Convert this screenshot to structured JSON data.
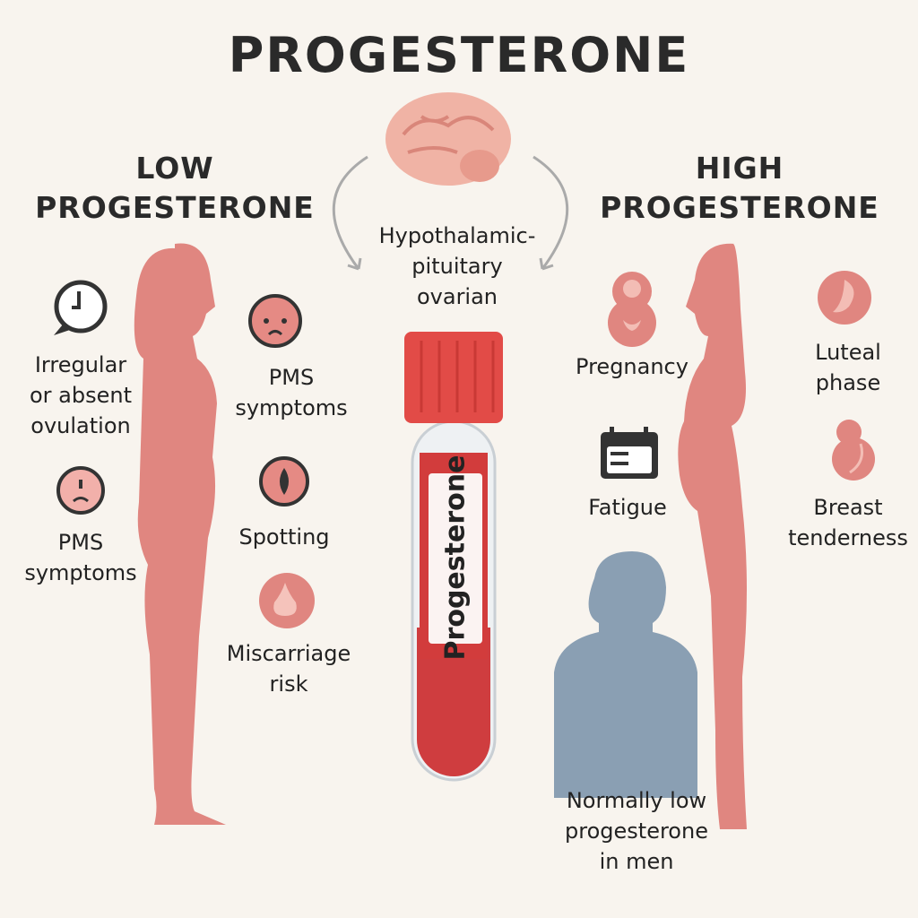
{
  "title": "PROGESTERONE",
  "low": {
    "heading_line1": "LOW",
    "heading_line2": "PROGESTERONE",
    "items": [
      {
        "icon": "clock-icon",
        "label_lines": [
          "Irregular",
          "or absent",
          "ovulation"
        ]
      },
      {
        "icon": "sad-face-icon",
        "label_lines": [
          "PMS",
          "symptoms"
        ]
      },
      {
        "icon": "worried-face-icon",
        "label_lines": [
          "PMS",
          "symptoms"
        ]
      },
      {
        "icon": "spotting-drop-icon",
        "label_lines": [
          "Spotting"
        ]
      },
      {
        "icon": "miscarriage-icon",
        "label_lines": [
          "Miscarriage",
          "risk"
        ]
      }
    ]
  },
  "center": {
    "axis_lines": [
      "Hypothalamic-",
      "pituitary",
      "ovarian"
    ],
    "tube_label": "Progesterone"
  },
  "high": {
    "heading_line1": "HIGH",
    "heading_line2": "PROGESTERONE",
    "items": [
      {
        "icon": "pregnancy-icon",
        "label_lines": [
          "Pregnancy"
        ]
      },
      {
        "icon": "luteal-icon",
        "label_lines": [
          "Luteal",
          "phase"
        ]
      },
      {
        "icon": "calendar-icon",
        "label_lines": [
          "Fatigue"
        ]
      },
      {
        "icon": "breast-icon",
        "label_lines": [
          "Breast",
          "tenderness"
        ]
      }
    ],
    "men_lines": [
      "Normally low",
      "progesterone",
      "in men"
    ]
  },
  "colors": {
    "pink": "#e08680",
    "red": "#d63c3c",
    "blue": "#8a9fb3",
    "dark": "#2a2a2a",
    "bg": "#f8f4ee"
  }
}
